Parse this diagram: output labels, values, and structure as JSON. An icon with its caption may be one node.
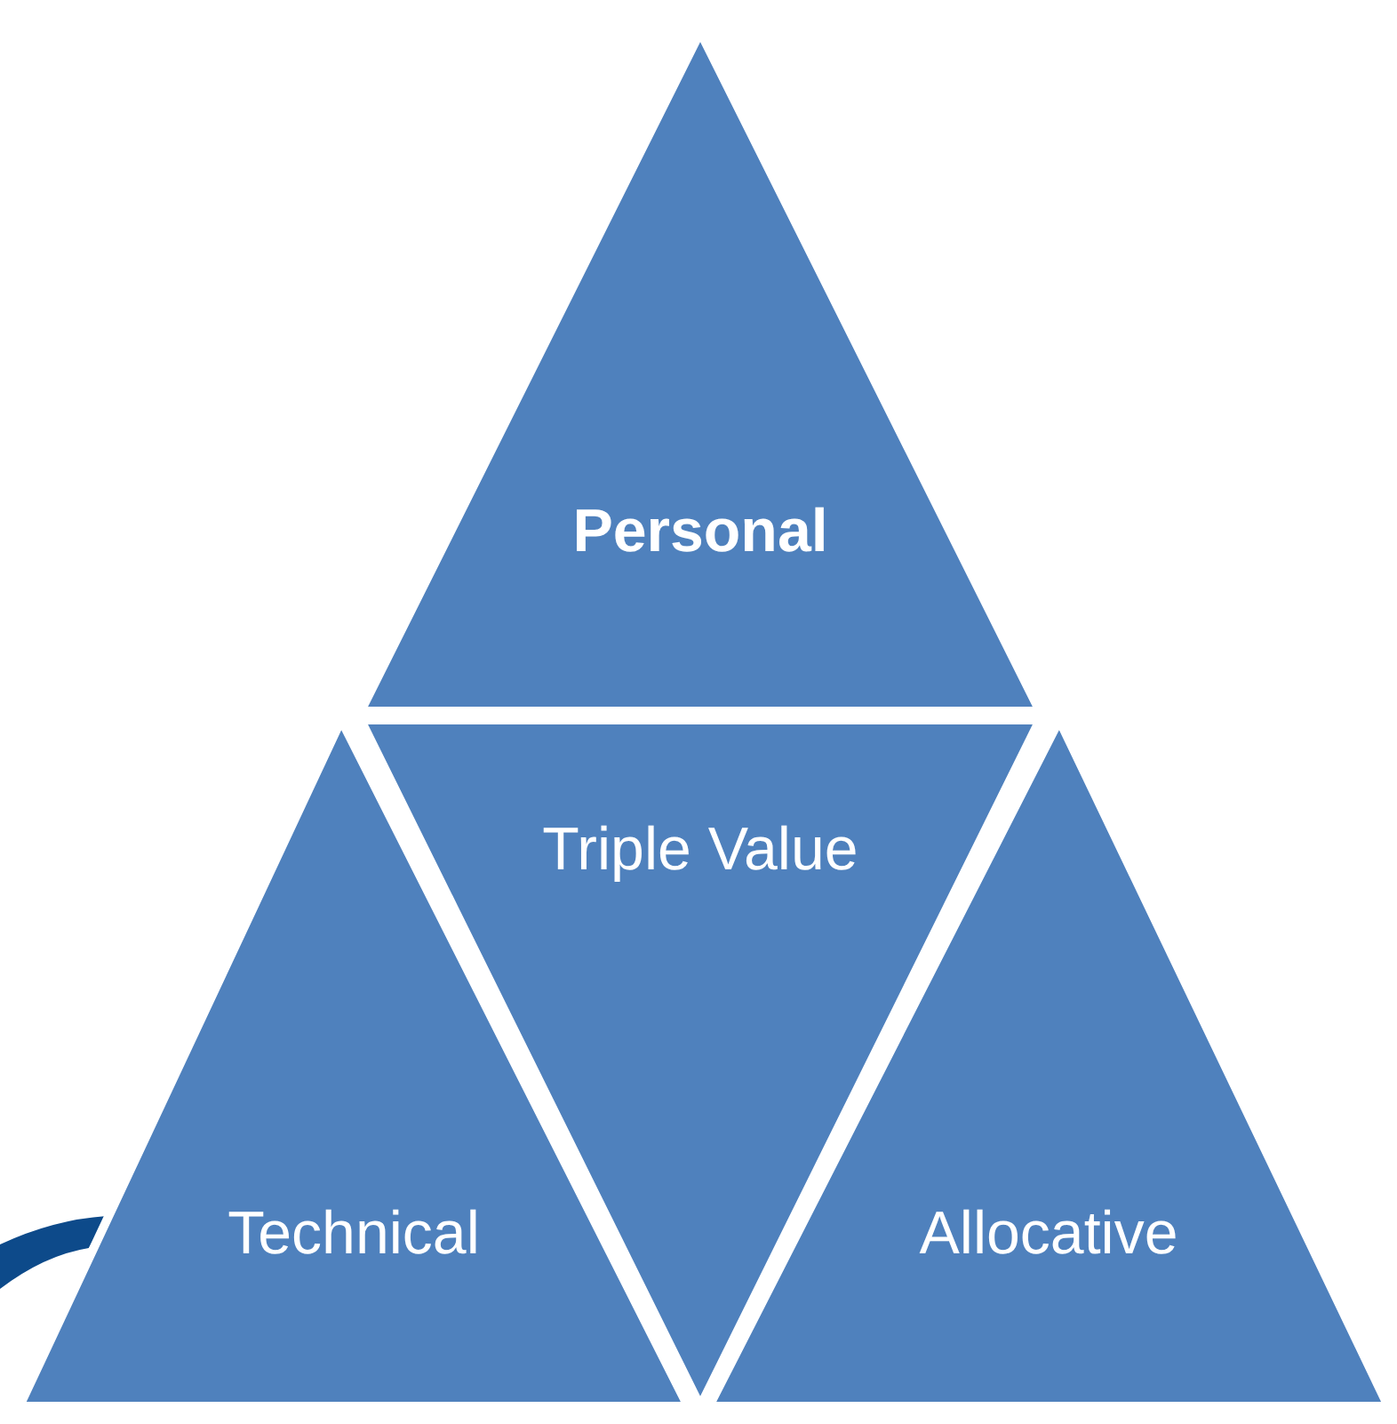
{
  "diagram": {
    "nodes": [
      {
        "text": [
          "Personal"
        ]
      },
      {
        "text": [
          "Triple Value"
        ]
      },
      {
        "text": [
          "Technical"
        ]
      },
      {
        "text": [
          "Allocative"
        ]
      }
    ]
  }
}
